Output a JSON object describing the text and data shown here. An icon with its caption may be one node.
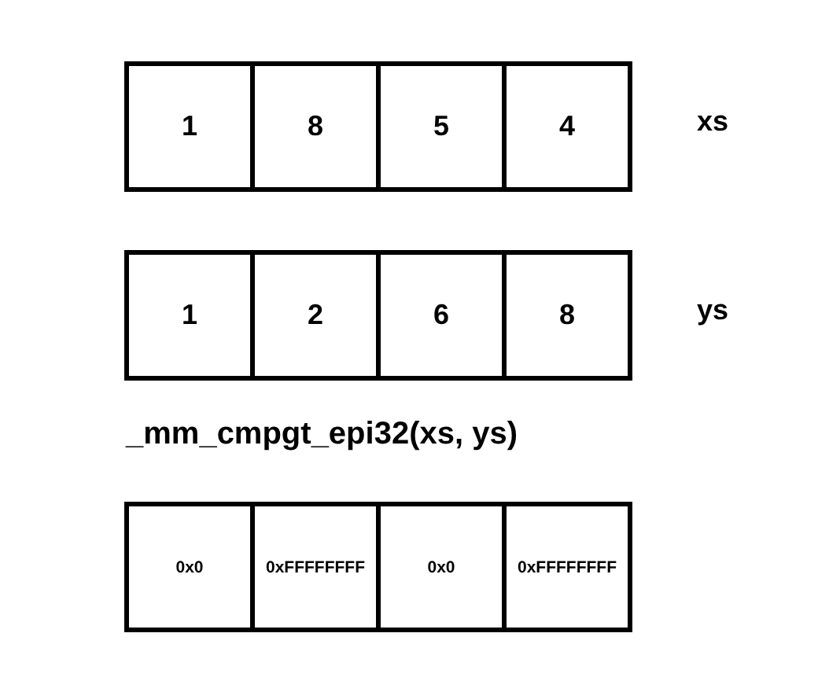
{
  "diagram": {
    "nodes": [
      {
        "text": [
          "1"
        ]
      },
      {
        "text": [
          "8"
        ]
      },
      {
        "text": [
          "5"
        ]
      },
      {
        "text": [
          "4"
        ]
      },
      {
        "text": [
          "1"
        ]
      },
      {
        "text": [
          "2"
        ]
      },
      {
        "text": [
          "6"
        ]
      },
      {
        "text": [
          "8"
        ]
      },
      {
        "text": [
          "0x0"
        ]
      },
      {
        "text": [
          "0xFFFFFFFF"
        ]
      },
      {
        "text": [
          "0x0"
        ]
      },
      {
        "text": [
          "0xFFFFFFFF"
        ]
      }
    ],
    "labels": [
      "xs",
      "ys",
      "_mm_cmpgt_epi32(xs, ys)"
    ]
  }
}
